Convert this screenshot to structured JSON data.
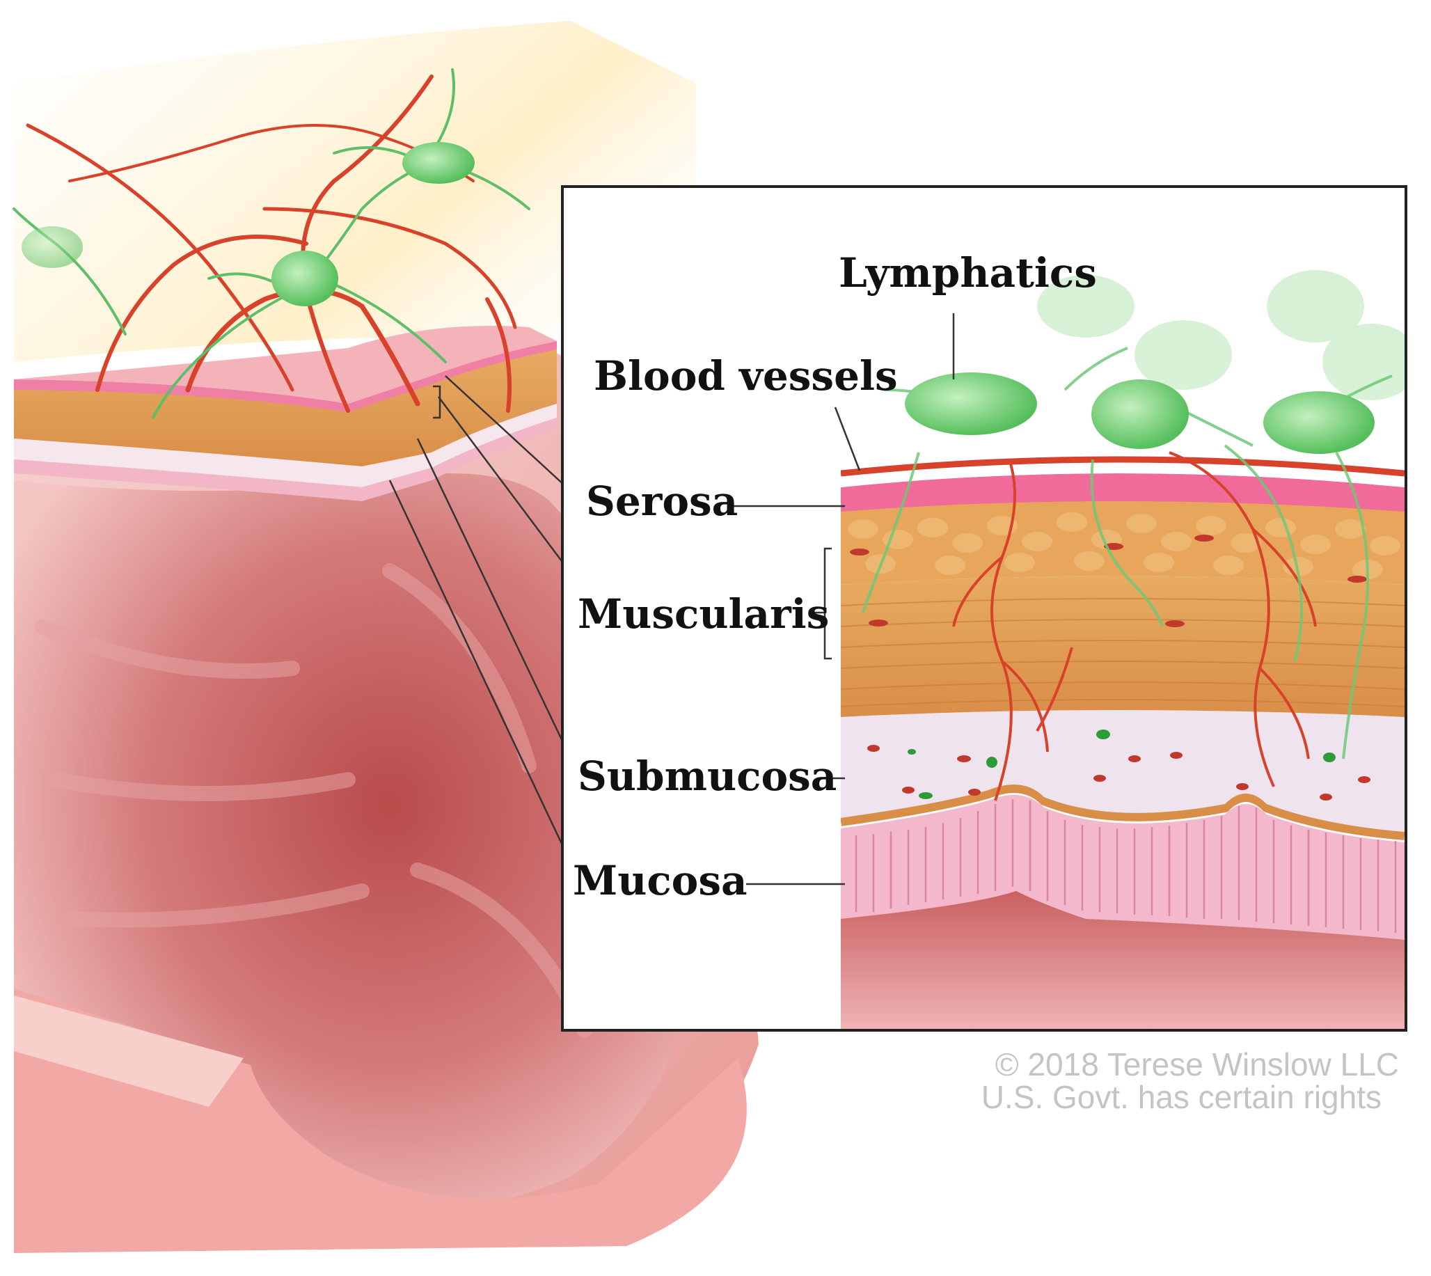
{
  "labels": {
    "lymphatics": "Lymphatics",
    "blood_vessels": "Blood vessels",
    "serosa": "Serosa",
    "muscularis": "Muscularis",
    "submucosa": "Submucosa",
    "mucosa": "Mucosa"
  },
  "copyright": {
    "line1": "© 2018 Terese Winslow LLC",
    "line2": "U.S. Govt. has certain rights"
  },
  "colors": {
    "mucosa": "#f2b8c6",
    "lumen": "#c65a5a",
    "muscle": "#e0a15c",
    "submucosa": "#efe4ec",
    "serosa": "#f06a9a",
    "vessel": "#d8412a",
    "lymph": "#7fd07f"
  }
}
